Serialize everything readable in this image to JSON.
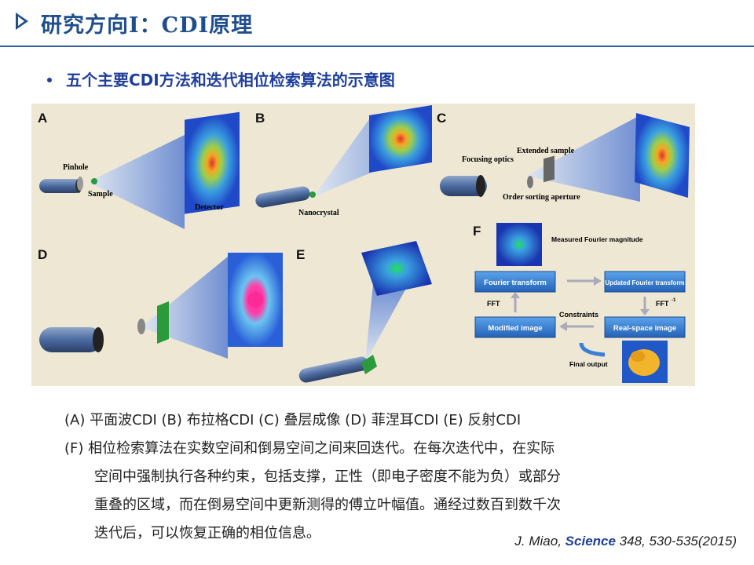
{
  "header": {
    "title": "研究方向I：CDI原理"
  },
  "subtitle": "五个主要CDI方法和迭代相位检索算法的示意图",
  "figure": {
    "panels": {
      "A": {
        "letter": "A",
        "labels": {
          "pinhole": "Pinhole",
          "sample": "Sample",
          "detector": "Detector"
        }
      },
      "B": {
        "letter": "B",
        "labels": {
          "nanocrystal": "Nanocrystal"
        }
      },
      "C": {
        "letter": "C",
        "labels": {
          "focusing": "Focusing optics",
          "extended": "Extended sample",
          "order": "Order sorting aperture"
        }
      },
      "D": {
        "letter": "D"
      },
      "E": {
        "letter": "E"
      },
      "F": {
        "letter": "F",
        "labels": {
          "measured": "Measured Fourier magnitude",
          "fourier": "Fourier transform",
          "updated": "Updated Fourier transform",
          "fft": "FFT",
          "ifft": "FFT",
          "ifft_exp": "-1",
          "constraints": "Constraints",
          "modified": "Modified image",
          "realspace": "Real-space image",
          "final": "Final output"
        }
      }
    }
  },
  "caption": {
    "line1": "(A) 平面波CDI (B) 布拉格CDI (C) 叠层成像 (D) 菲涅耳CDI (E) 反射CDI",
    "line2": "(F) 相位检索算法在实数空间和倒易空间之间来回迭代。在每次迭代中，在实际",
    "line3": "空间中强制执行各种约束，包括支撑，正性（即电子密度不能为负）或部分",
    "line4": "重叠的区域，而在倒易空间中更新测得的傅立叶幅值。通经过数百到数千次",
    "line5": "迭代后，可以恢复正确的相位信息。"
  },
  "citation": {
    "author": "J. Miao, ",
    "journal": "Science",
    "ref": " 348, 530-535(2015)"
  },
  "colors": {
    "title": "#1f4e8c",
    "subtitle": "#1f3f9c",
    "figure_bg": "#ede7d3",
    "box": "#3b7fd6"
  }
}
